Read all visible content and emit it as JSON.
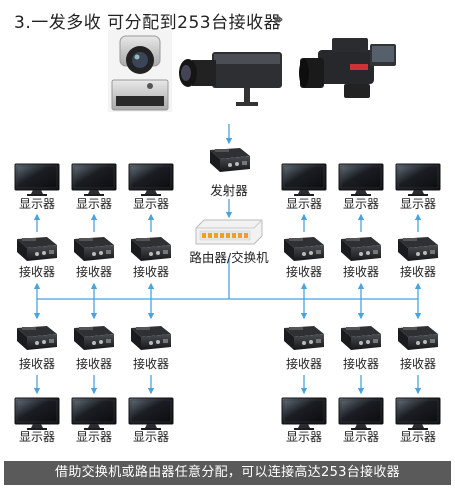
{
  "title": "3.一发多收 可分配到253台接收器",
  "title_chevrons": "›››",
  "nodes": {
    "transmitter": "发射器",
    "router": "路由器/交换机",
    "receiver": "接收器",
    "display": "显示器"
  },
  "footer": "借助交换机或路由器任意分配，可以连接高达253台接收器",
  "colors": {
    "line": "#4aa3df",
    "footer_bg": "#5a5a5a"
  }
}
